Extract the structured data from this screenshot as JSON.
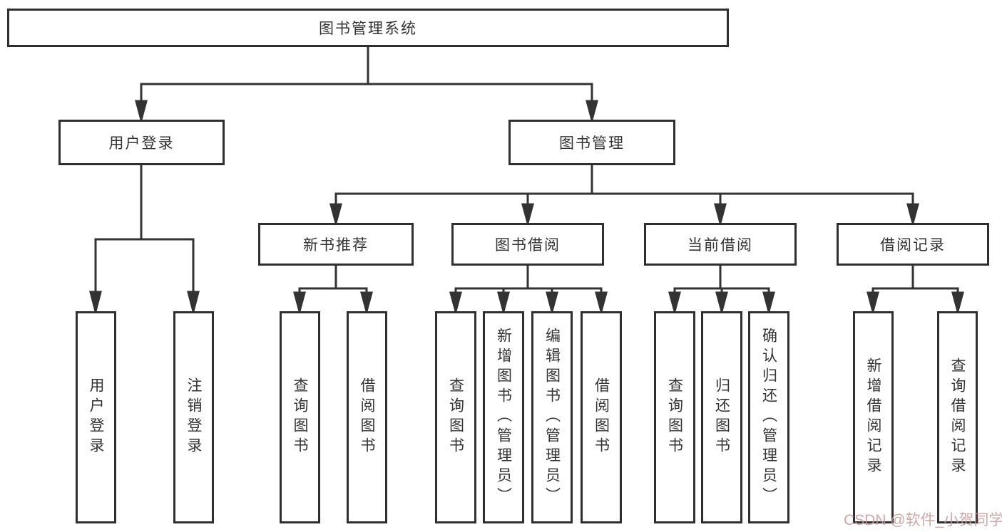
{
  "diagram": {
    "title": "图书管理系统",
    "root": {
      "label": "图书管理系统"
    },
    "branches": [
      {
        "label": "用户登录",
        "children": [
          {
            "label": "用户登录"
          },
          {
            "label": "注销登录"
          }
        ]
      },
      {
        "label": "图书管理",
        "groups": [
          {
            "label": "新书推荐",
            "children": [
              {
                "label": "查询图书"
              },
              {
                "label": "借阅图书"
              }
            ]
          },
          {
            "label": "图书借阅",
            "children": [
              {
                "label": "查询图书"
              },
              {
                "label": "新增图书（管理员）"
              },
              {
                "label": "编辑图书（管理员）"
              },
              {
                "label": "借阅图书"
              }
            ]
          },
          {
            "label": "当前借阅",
            "children": [
              {
                "label": "查询图书"
              },
              {
                "label": "归还图书"
              },
              {
                "label": "确认归还（管理员）"
              }
            ]
          },
          {
            "label": "借阅记录",
            "children": [
              {
                "label": "新增借阅记录"
              },
              {
                "label": "查询借阅记录"
              }
            ]
          }
        ]
      }
    ]
  },
  "watermark": {
    "text": "CSDN @软件_小贺同学"
  },
  "colors": {
    "line": "#333333",
    "border": "#2f2f2f",
    "text": "#333333",
    "background": "#ffffff",
    "watermark": "#c79999"
  }
}
